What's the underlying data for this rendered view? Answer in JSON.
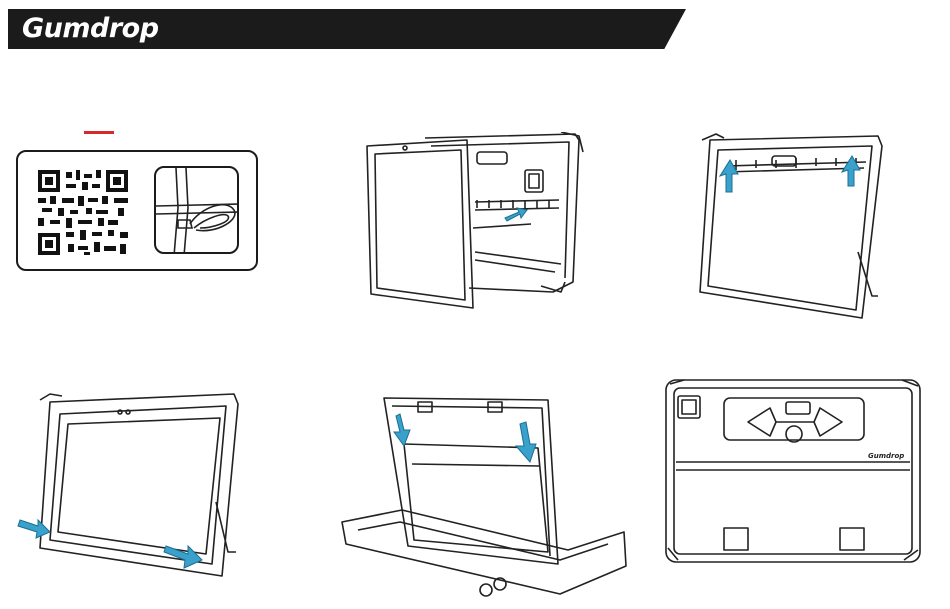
{
  "brand": {
    "logo_text": "Gumdrop"
  },
  "colors": {
    "header_bg": "#1b1b1b",
    "accent_red": "#d62a2a",
    "arrow_blue": "#3aa0cc",
    "line": "#222222"
  },
  "steps": [
    {
      "icon": "qr-code-icon",
      "detail_icon": "lanyard-loop-icon"
    },
    {
      "icon": "insert-tablet-illustration"
    },
    {
      "icon": "lift-corners-illustration"
    },
    {
      "icon": "press-bottom-corners-illustration"
    },
    {
      "icon": "attach-cover-illustration"
    },
    {
      "icon": "case-back-illustration"
    }
  ]
}
